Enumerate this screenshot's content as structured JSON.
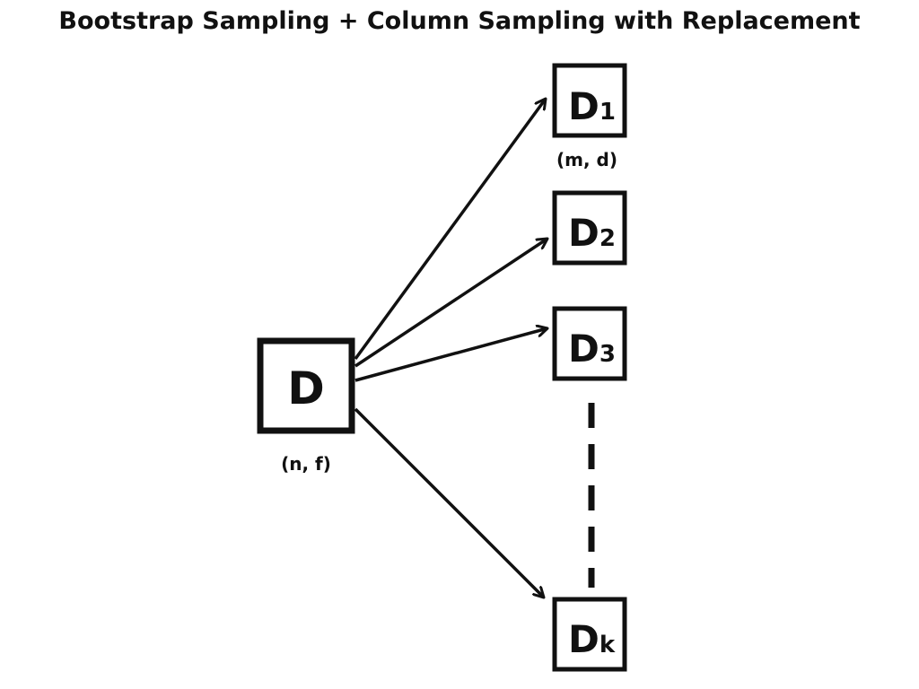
{
  "title": "Bootstrap Sampling + Column Sampling with Replacement",
  "source": {
    "label": "D",
    "dims": "(n, f)"
  },
  "samples": [
    {
      "label": "D",
      "subscript": "1",
      "dims": "(m, d)"
    },
    {
      "label": "D",
      "subscript": "2",
      "dims": ""
    },
    {
      "label": "D",
      "subscript": "3",
      "dims": ""
    },
    {
      "label": "D",
      "subscript": "k",
      "dims": ""
    }
  ],
  "colors": {
    "stroke": "#111111",
    "background": "#ffffff"
  }
}
